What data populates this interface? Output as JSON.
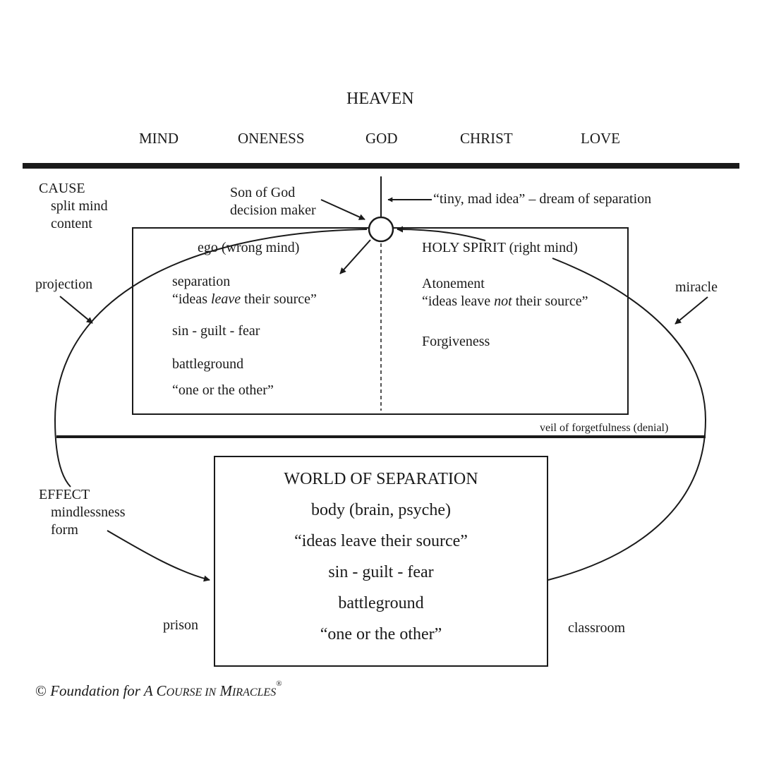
{
  "heaven": {
    "title": "HEAVEN",
    "attributes": [
      "MIND",
      "ONENESS",
      "GOD",
      "CHRIST",
      "LOVE"
    ]
  },
  "cause": {
    "heading": "CAUSE",
    "lines": [
      "split mind",
      "content"
    ]
  },
  "son_of_god": [
    "Son of God",
    "decision maker"
  ],
  "tiny_mad_idea": "“tiny, mad idea” – dream of separation",
  "projection": "projection",
  "miracle": "miracle",
  "ego": {
    "heading": "ego (wrong mind)",
    "separation": "separation",
    "ideas_pre": "“ideas ",
    "ideas_em": "leave",
    "ideas_post": " their source”",
    "sin": "sin - guilt - fear",
    "battleground": "battleground",
    "one_or_other": "“one or the other”"
  },
  "holy_spirit": {
    "heading": "HOLY SPIRIT (right mind)",
    "atonement": "Atonement",
    "ideas_pre": "“ideas leave ",
    "ideas_em": "not",
    "ideas_post": " their source”",
    "forgiveness": "Forgiveness"
  },
  "veil": "veil of forgetfulness (denial)",
  "effect": {
    "heading": "EFFECT",
    "lines": [
      "mindlessness",
      "form"
    ]
  },
  "world": {
    "title": "WORLD OF SEPARATION",
    "lines": [
      "body (brain, psyche)",
      "“ideas leave their source”",
      "sin - guilt - fear",
      "battleground",
      "“one or the other”"
    ]
  },
  "prison": "prison",
  "classroom": "classroom",
  "copyright": {
    "symbol": "©",
    "pre": " Foundation for A C",
    "sc1": "OURSE IN",
    "mid": " M",
    "sc2": "IRACLES",
    "reg": "®"
  }
}
